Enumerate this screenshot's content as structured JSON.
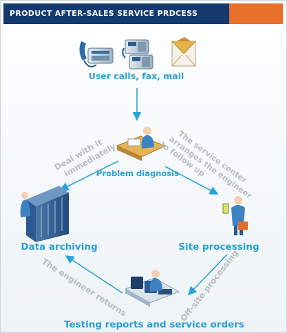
{
  "header": {
    "title": "PRODUCT AFTER-SALES SERVICE PRDCESS",
    "background": "#143a6e",
    "accent": "#e8702a"
  },
  "nodes": {
    "user_contact": "User calls, fax, mail",
    "problem_diagnosis": "Problem diagnosis",
    "data_archiving": "Data archiving",
    "site_processing": "Site processing",
    "testing_reports": "Testing reports and service orders"
  },
  "edge_labels": {
    "deal_immediately": [
      "Deal with it",
      "immediately"
    ],
    "service_center": [
      "The service center",
      "arranges the engineer",
      "to follow up"
    ],
    "offsite": "Off-site processing",
    "engineer_returns": "The engineer returns"
  },
  "colors": {
    "node_label": "#2aa0d8",
    "edge_label": "#b9bec4",
    "arrow": "#29a3d9"
  },
  "icons": [
    "telephone-icon",
    "fax-icon",
    "mail-icon",
    "engineer-desk-icon",
    "server-rack-icon",
    "technician-icon",
    "workstation-icon"
  ]
}
